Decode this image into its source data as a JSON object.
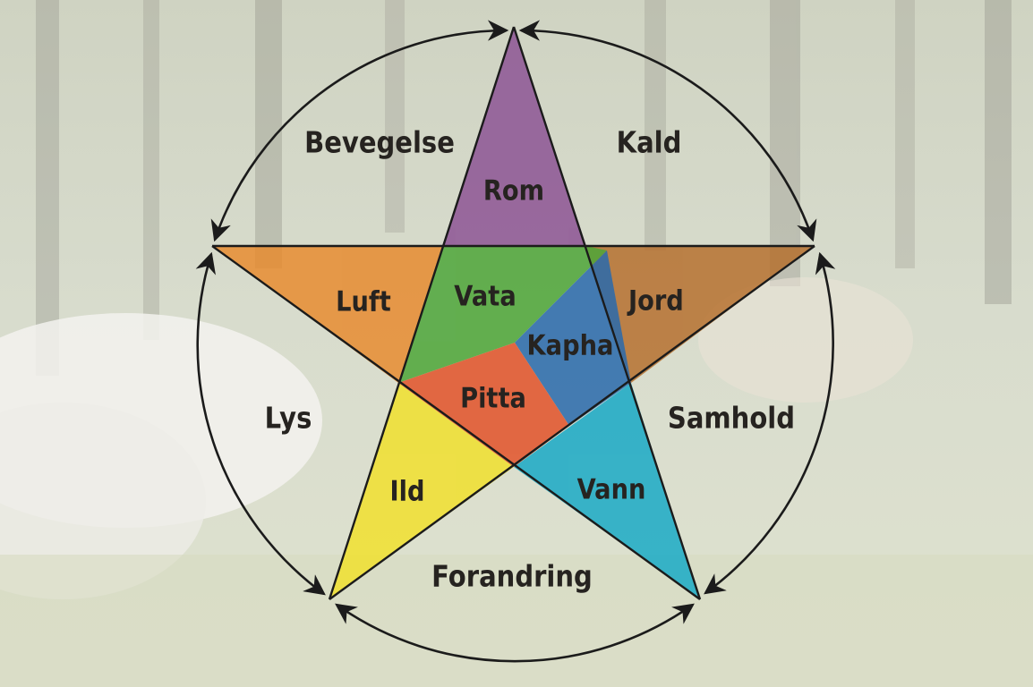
{
  "diagram": {
    "outer_labels": {
      "bevegelse": "Bevegelse",
      "kald": "Kald",
      "lys": "Lys",
      "samhold": "Samhold",
      "forandring": "Forandring"
    },
    "element_labels": {
      "rom": "Rom",
      "luft": "Luft",
      "jord": "Jord",
      "ild": "Ild",
      "vann": "Vann"
    },
    "dosha_labels": {
      "vata": "Vata",
      "kapha": "Kapha",
      "pitta": "Pitta"
    },
    "colors": {
      "rom": "#8a4f92",
      "luft": "#e8892b",
      "jord": "#b56d2a",
      "ild": "#f2e128",
      "vann": "#12a8c6",
      "vata": "#4ea639",
      "kapha": "#2a6aad",
      "pitta": "#e3532a",
      "outline": "#1b1b1b"
    }
  }
}
